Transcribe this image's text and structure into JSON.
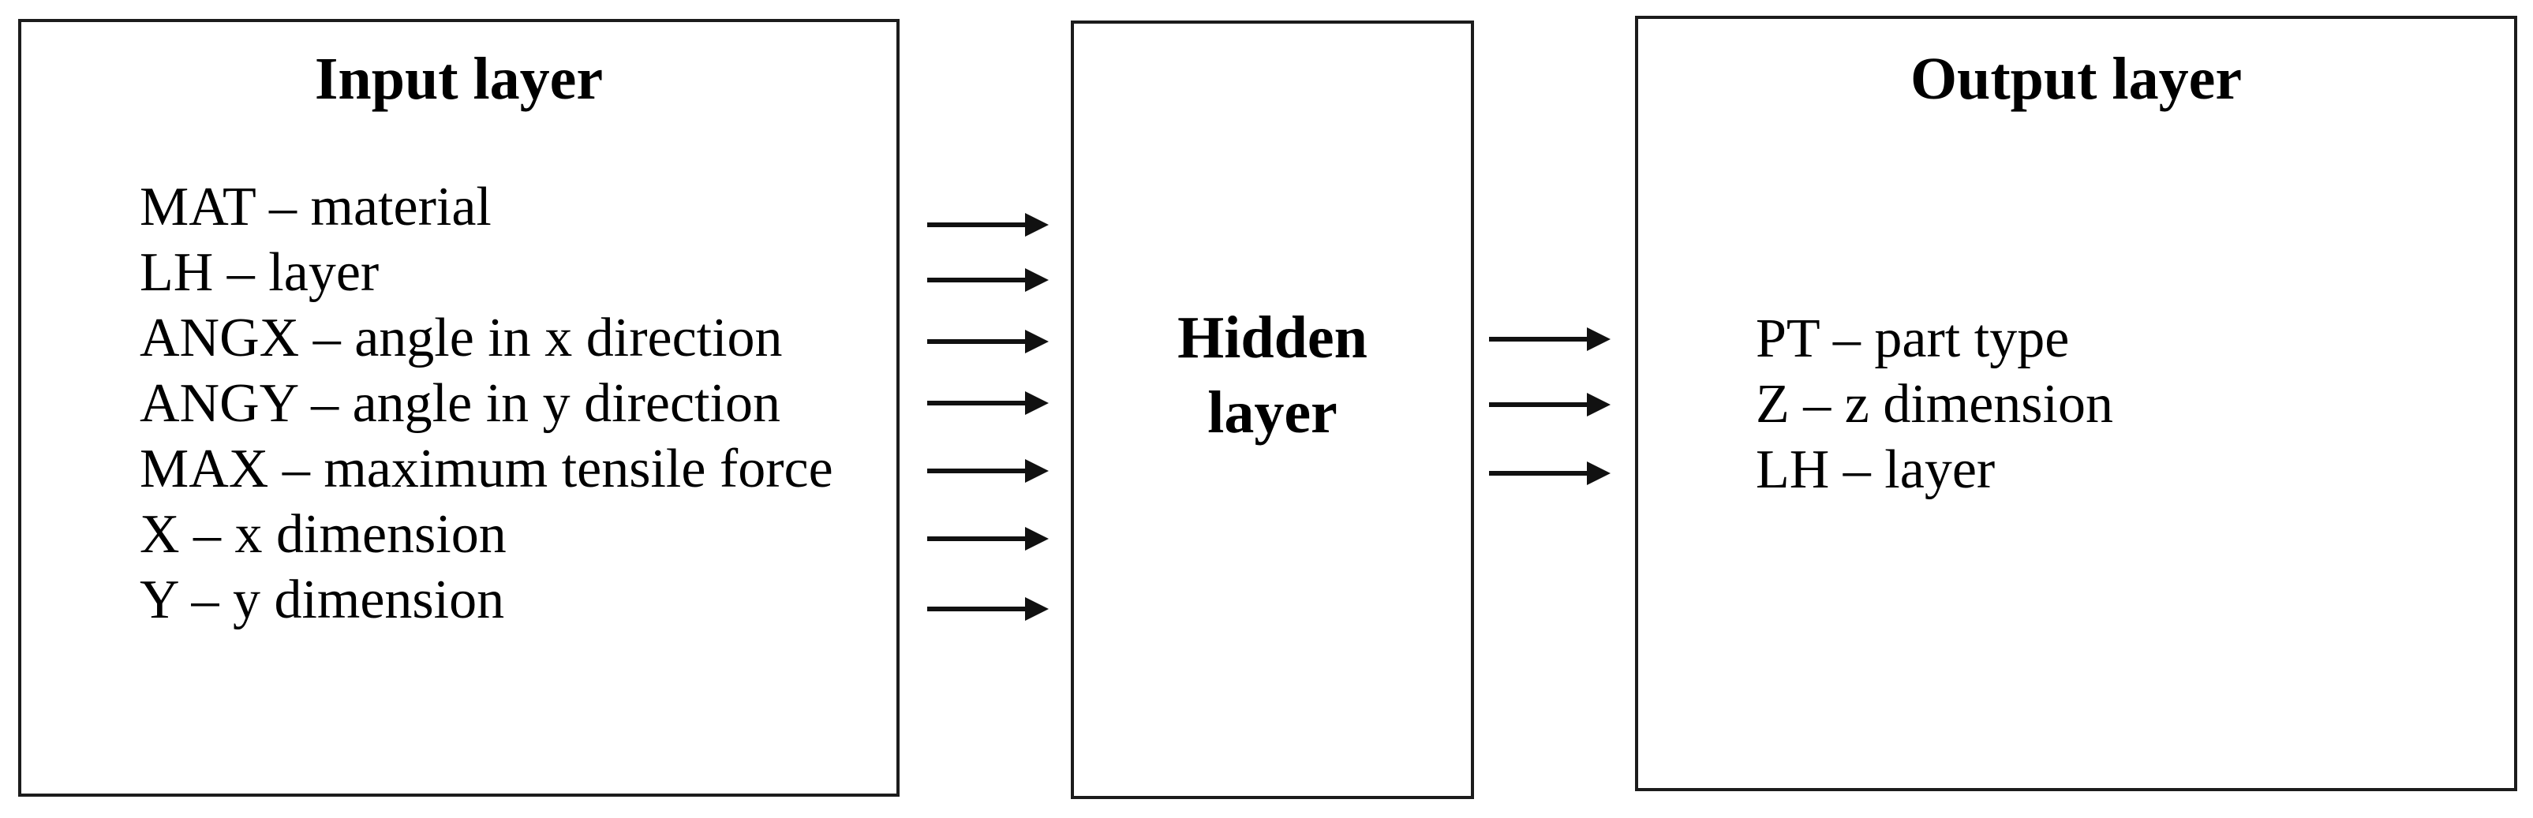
{
  "input_layer": {
    "title": "Input layer",
    "items": [
      "MAT – material",
      "LH – layer",
      "ANGX – angle in x direction",
      "ANGY – angle in y direction",
      "MAX – maximum tensile force",
      "X – x dimension",
      "Y – y dimension"
    ]
  },
  "hidden_layer": {
    "title_line1": "Hidden",
    "title_line2": "layer"
  },
  "output_layer": {
    "title": "Output layer",
    "items": [
      "PT – part type",
      "Z – z dimension",
      "LH – layer"
    ]
  },
  "arrows": {
    "input_to_hidden_count": 7,
    "hidden_to_output_count": 3
  },
  "colors": {
    "ink": "#111111",
    "border": "#1c1c1c",
    "background": "#ffffff"
  }
}
